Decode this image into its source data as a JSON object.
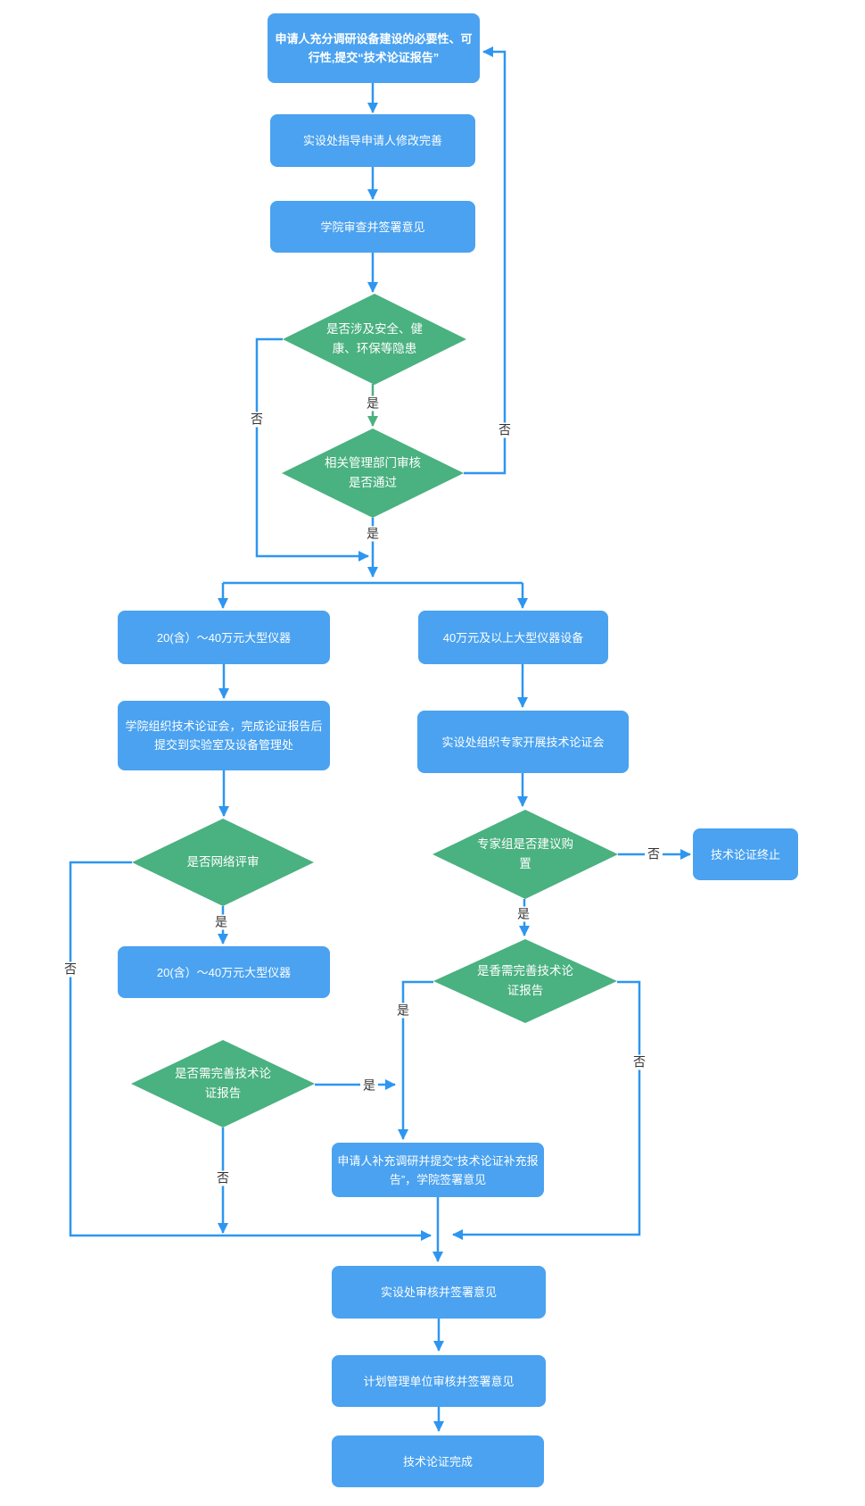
{
  "diagram": {
    "type": "flowchart",
    "background": "#ffffff"
  },
  "colors": {
    "process_box": "#4aa2f0",
    "decision_diamond": "#4ab180",
    "connector_blue": "#2e96f0",
    "connector_green": "#4ab180",
    "node_text": "#ffffff",
    "edge_label_text": "#333333"
  },
  "labels": {
    "yes": "是",
    "no": "否"
  },
  "nodes": {
    "start": {
      "type": "process",
      "label": "申请人充分调研设备建设的必要性、可行性,提交“技术论证报告”"
    },
    "guide_revision": {
      "type": "process",
      "label": "实设处指导申请人修改完善"
    },
    "college_review": {
      "type": "process",
      "label": "学院审查并签署意见"
    },
    "safety_hazard": {
      "type": "decision",
      "label": "是否涉及安全、健康、环保等隐患"
    },
    "dept_approval": {
      "type": "decision",
      "label": "相关管理部门审核是否通过"
    },
    "range_20_40": {
      "type": "process",
      "label": "20(含）～40万元大型仪器"
    },
    "over_40": {
      "type": "process",
      "label": "40万元及以上大型仪器设备"
    },
    "college_session": {
      "type": "process",
      "label": "学院组织技术论证会，完成论证报告后提交到实验室及设备管理处"
    },
    "office_session": {
      "type": "process",
      "label": "实设处组织专家开展技术论证会"
    },
    "network_review": {
      "type": "decision",
      "label": "是否网络评审"
    },
    "expert_purchase": {
      "type": "decision",
      "label": "专家组是否建议购置"
    },
    "termination": {
      "type": "process",
      "label": "技术论证终止"
    },
    "range_20_40_b": {
      "type": "process",
      "label": "20(含）～40万元大型仪器"
    },
    "improve_left": {
      "type": "decision",
      "label": "是否需完善技术论证报告"
    },
    "improve_right": {
      "type": "decision",
      "label": "是香需完善技术论证报告"
    },
    "supplement_report": {
      "type": "process",
      "label": "申请人补充调研并提交“技术论证补充报告”，学院签署意见"
    },
    "office_sign": {
      "type": "process",
      "label": "实设处审核并签署意见"
    },
    "plan_unit_sign": {
      "type": "process",
      "label": "计划管理单位审核并签署意见"
    },
    "complete": {
      "type": "process",
      "label": "技术论证完成"
    }
  }
}
